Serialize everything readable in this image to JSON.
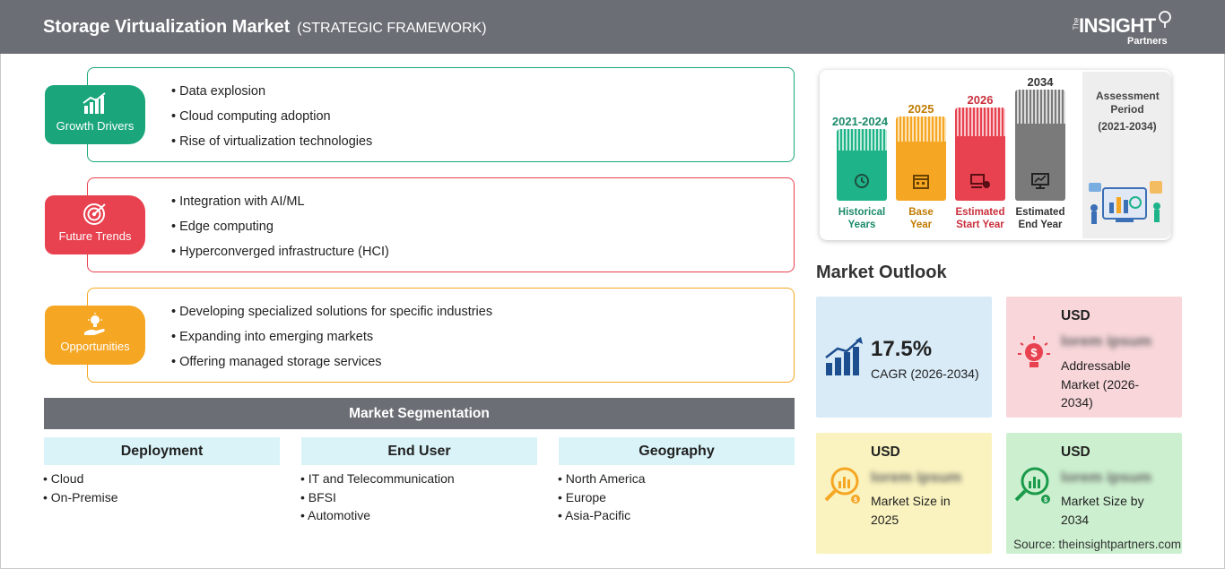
{
  "header": {
    "title": "Storage Virtualization Market",
    "subtitle": "(STRATEGIC FRAMEWORK)",
    "logo_the": "The",
    "logo_insight": "INSIGHT",
    "logo_partners": "Partners"
  },
  "growth_drivers": {
    "label": "Growth Drivers",
    "items": [
      "Data explosion",
      "Cloud computing adoption",
      "Rise of virtualization technologies"
    ],
    "color": "#1aa67a"
  },
  "future_trends": {
    "label": "Future Trends",
    "items": [
      "Integration with AI/ML",
      "Edge computing",
      "Hyperconverged infrastructure (HCI)"
    ],
    "color": "#e8414f"
  },
  "opportunities": {
    "label": "Opportunities",
    "items": [
      "Developing specialized solutions for specific industries",
      "Expanding into emerging markets",
      "Offering managed storage services"
    ],
    "color": "#f5a623"
  },
  "segmentation": {
    "title": "Market Segmentation",
    "columns": [
      {
        "header": "Deployment",
        "items": [
          "Cloud",
          "On-Premise"
        ]
      },
      {
        "header": "End User",
        "items": [
          "IT and Telecommunication",
          "BFSI",
          "Automotive"
        ]
      },
      {
        "header": "Geography",
        "items": [
          "North America",
          "Europe",
          "Asia-Pacific"
        ]
      }
    ]
  },
  "assessment": {
    "title": "Assessment Period",
    "range": "(2021-2034)",
    "bars": [
      {
        "year": "2021-2024",
        "label_line1": "Historical",
        "label_line2": "Years",
        "color": "#1fb38a",
        "icon": "history-icon"
      },
      {
        "year": "2025",
        "label_line1": "Base",
        "label_line2": "Year",
        "color": "#f5a623",
        "icon": "calendar-icon"
      },
      {
        "year": "2026",
        "label_line1": "Estimated",
        "label_line2": "Start Year",
        "color": "#e8414f",
        "icon": "start-icon"
      },
      {
        "year": "2034",
        "label_line1": "Estimated",
        "label_line2": "End Year",
        "color": "#7a7a7a",
        "icon": "monitor-icon"
      }
    ]
  },
  "outlook": {
    "title": "Market Outlook",
    "cagr": {
      "value": "17.5%",
      "label": "CAGR (2026-2034)",
      "bg": "#d8ebf7"
    },
    "addressable": {
      "usd": "USD",
      "value": "lorem ipsum",
      "line1": "Addressable",
      "line2": "Market (2026-",
      "line3": "2034)",
      "bg": "#f8d6da"
    },
    "size2025": {
      "usd": "USD",
      "value": "lorem ipsum",
      "line1": "Market Size in",
      "line2": "2025",
      "bg": "#faf3bf"
    },
    "size2034": {
      "usd": "USD",
      "value": "lorem ipsum",
      "line1": "Market Size by",
      "line2": "2034",
      "bg": "#ccf0cf"
    }
  },
  "source": "Source: theinsightpartners.com"
}
